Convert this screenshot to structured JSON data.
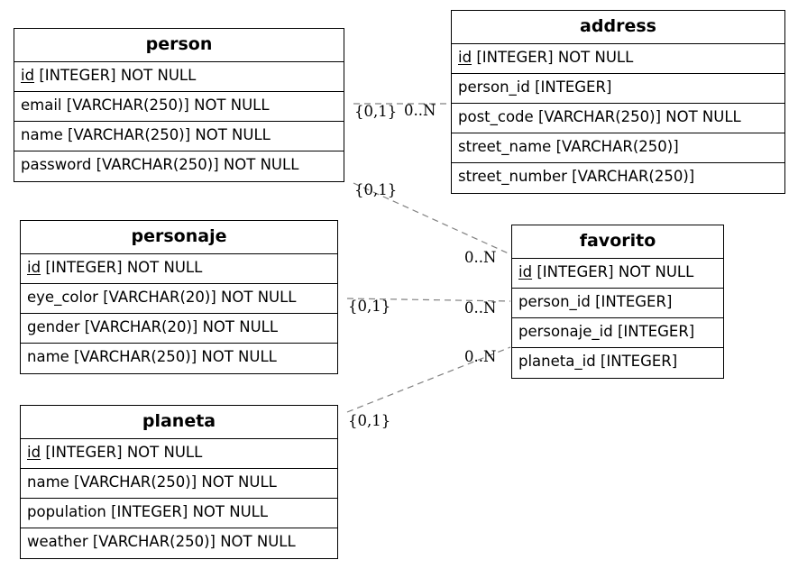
{
  "colors": {
    "line": "#000000",
    "connector": "#808080",
    "background": "#ffffff"
  },
  "entities": {
    "person": {
      "title": "person",
      "fields": [
        {
          "name": "id",
          "type": "[INTEGER] NOT NULL"
        },
        {
          "name": "email",
          "type": "[VARCHAR(250)] NOT NULL"
        },
        {
          "name": "name",
          "type": "[VARCHAR(250)] NOT NULL"
        },
        {
          "name": "password",
          "type": "[VARCHAR(250)] NOT NULL"
        }
      ]
    },
    "address": {
      "title": "address",
      "fields": [
        {
          "name": "id",
          "type": "[INTEGER] NOT NULL"
        },
        {
          "name": "person_id",
          "type": "[INTEGER]"
        },
        {
          "name": "post_code",
          "type": "[VARCHAR(250)] NOT NULL"
        },
        {
          "name": "street_name",
          "type": "[VARCHAR(250)]"
        },
        {
          "name": "street_number",
          "type": "[VARCHAR(250)]"
        }
      ]
    },
    "personaje": {
      "title": "personaje",
      "fields": [
        {
          "name": "id",
          "type": "[INTEGER] NOT NULL"
        },
        {
          "name": "eye_color",
          "type": "[VARCHAR(20)] NOT NULL"
        },
        {
          "name": "gender",
          "type": "[VARCHAR(20)] NOT NULL"
        },
        {
          "name": "name",
          "type": "[VARCHAR(250)] NOT NULL"
        }
      ]
    },
    "favorito": {
      "title": "favorito",
      "fields": [
        {
          "name": "id",
          "type": "[INTEGER] NOT NULL"
        },
        {
          "name": "person_id",
          "type": "[INTEGER]"
        },
        {
          "name": "personaje_id",
          "type": "[INTEGER]"
        },
        {
          "name": "planeta_id",
          "type": "[INTEGER]"
        }
      ]
    },
    "planeta": {
      "title": "planeta",
      "fields": [
        {
          "name": "id",
          "type": "[INTEGER] NOT NULL"
        },
        {
          "name": "name",
          "type": "[VARCHAR(250)] NOT NULL"
        },
        {
          "name": "population",
          "type": "[INTEGER] NOT NULL"
        },
        {
          "name": "weather",
          "type": "[VARCHAR(250)] NOT NULL"
        }
      ]
    }
  },
  "relationships": [
    {
      "from": "person",
      "to": "address",
      "from_card": "{0,1}",
      "to_card": "0..N"
    },
    {
      "from": "person",
      "to": "favorito",
      "from_card": "{0,1}",
      "to_card": "0..N"
    },
    {
      "from": "personaje",
      "to": "favorito",
      "from_card": "{0,1}",
      "to_card": "0..N"
    },
    {
      "from": "planeta",
      "to": "favorito",
      "from_card": "{0,1}",
      "to_card": "0..N"
    }
  ]
}
